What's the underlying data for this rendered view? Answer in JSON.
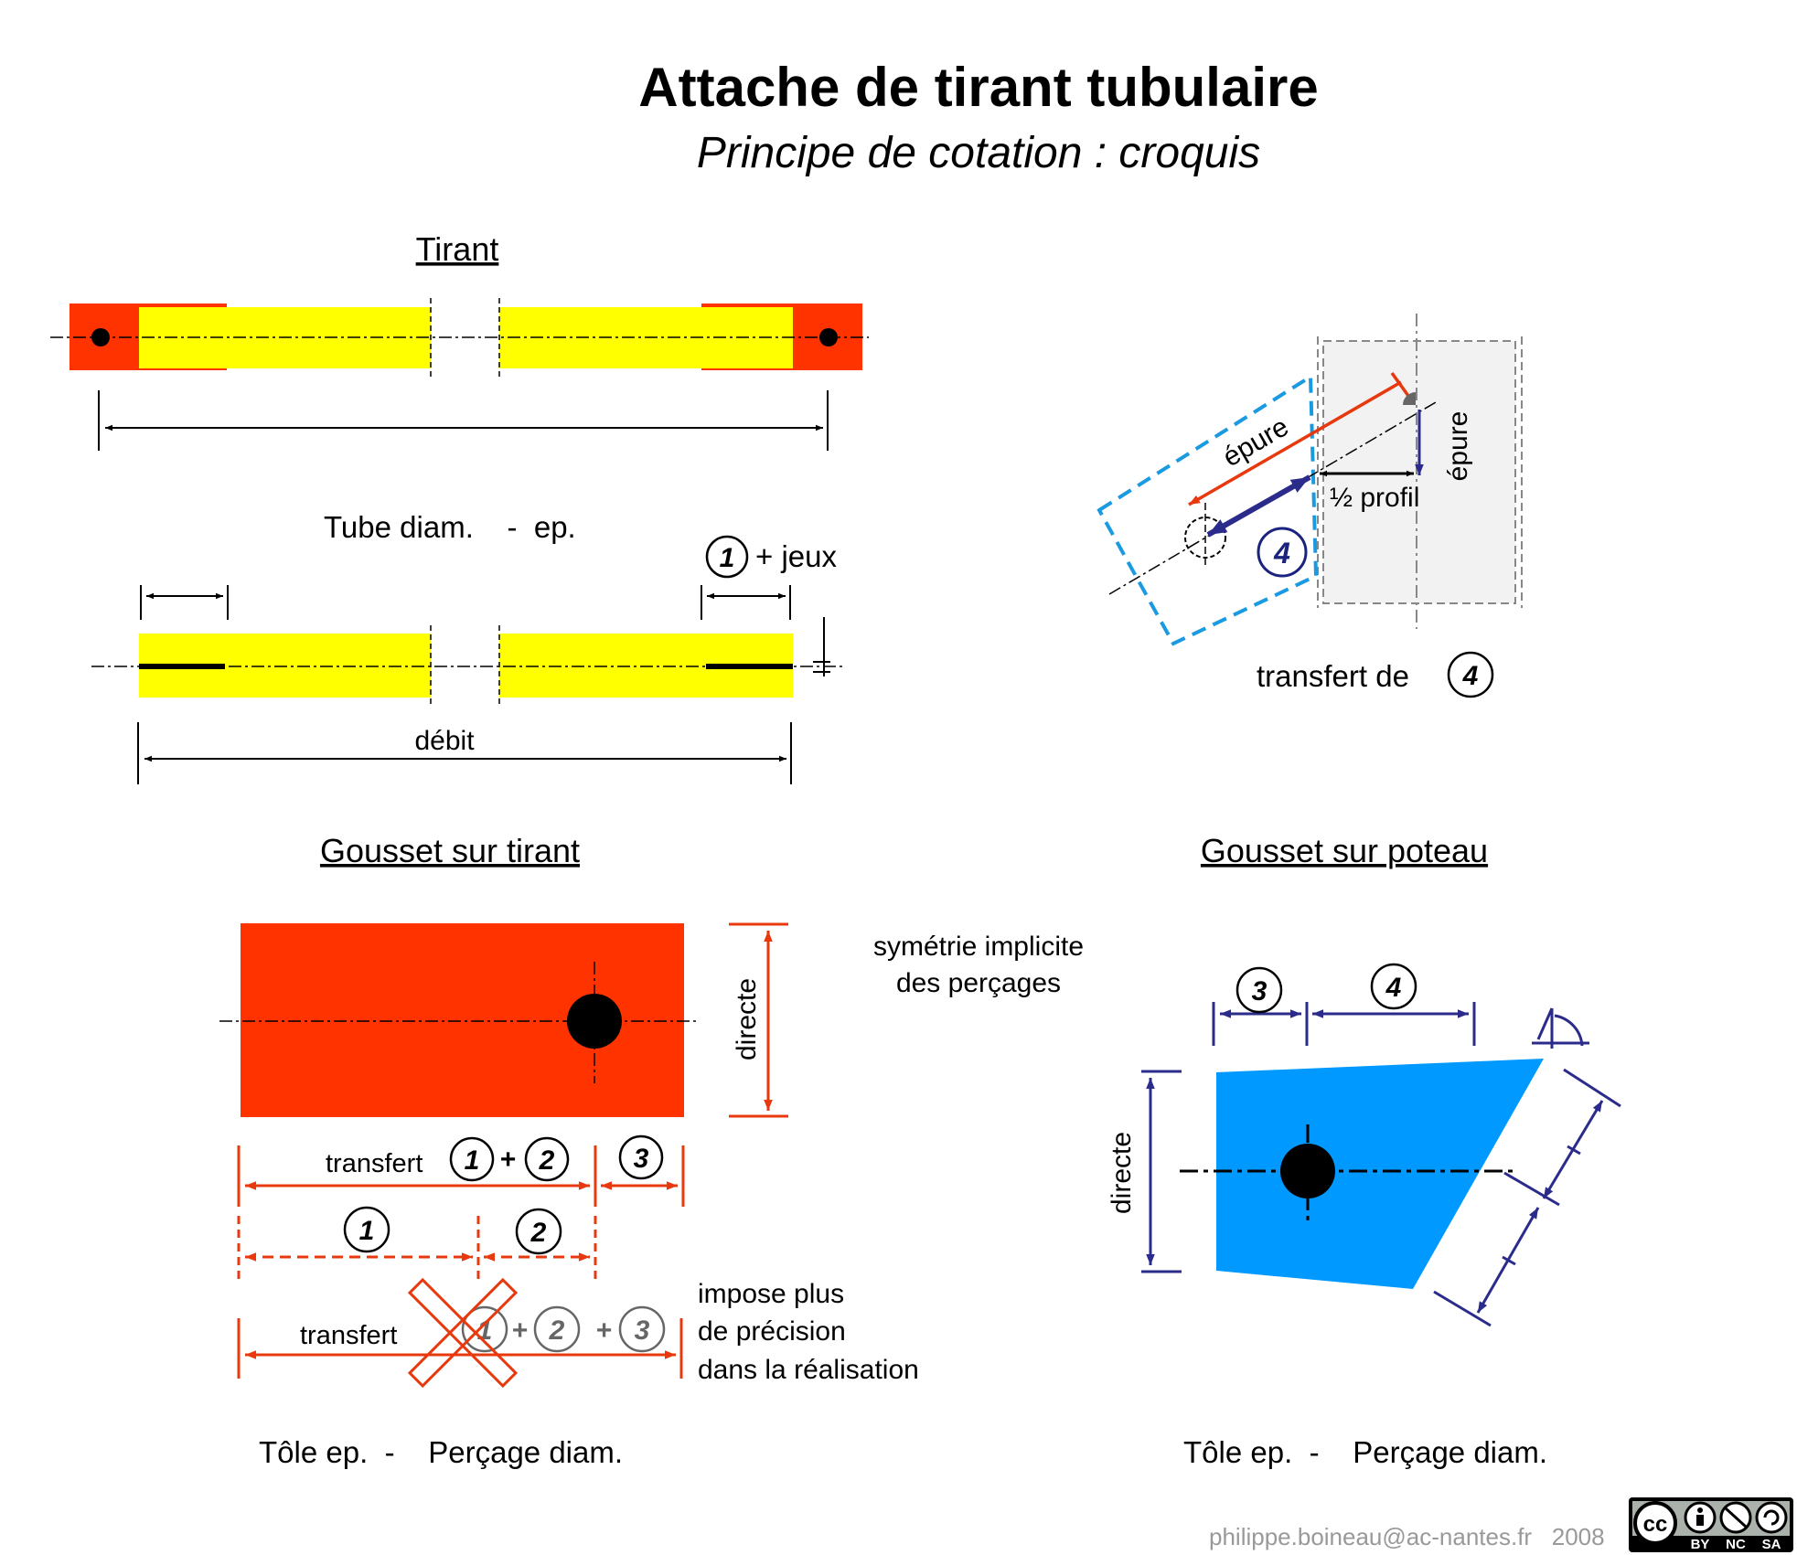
{
  "header": {
    "title": "Attache de tirant tubulaire",
    "subtitle": "Principe de cotation : croquis"
  },
  "tirant": {
    "heading": "Tirant",
    "tube_label": "Tube diam.    -  ep.",
    "plus_jeux": "+ jeux",
    "debit": "débit",
    "one": "1"
  },
  "transfer_view": {
    "epure_diag": "épure",
    "epure_vert": "épure",
    "demi_profil": "½ profil",
    "four": "4",
    "caption": "transfert de",
    "caption_num": "4"
  },
  "gusset_tirant": {
    "heading": "Gousset sur tirant",
    "directe": "directe",
    "symmetry_line1": "symétrie implicite",
    "symmetry_line2": "des perçages",
    "transfert_label": "transfert",
    "plus": "+",
    "n1": "1",
    "n2": "2",
    "n3": "3",
    "transfert_crossed": "transfert",
    "warning_line1": "impose plus",
    "warning_line2": "de précision",
    "warning_line3": "dans la réalisation",
    "plate_label": "Tôle ep.  -    Perçage diam."
  },
  "gusset_poteau": {
    "heading": "Gousset sur poteau",
    "directe": "directe",
    "n3": "3",
    "n4": "4",
    "plate_label": "Tôle ep.  -    Perçage diam."
  },
  "footer": {
    "author": "philippe.boineau@ac-nantes.fr   2008",
    "license_cc": "cc",
    "license_by": "BY",
    "license_nc": "NC",
    "license_sa": "SA"
  },
  "colors": {
    "red": "#ff3300",
    "yellow": "#ffff00",
    "blue": "#0099ff",
    "navy": "#2b2b8c",
    "dimension_red": "#e8380d",
    "dashed_blue": "#1a9ae0"
  }
}
